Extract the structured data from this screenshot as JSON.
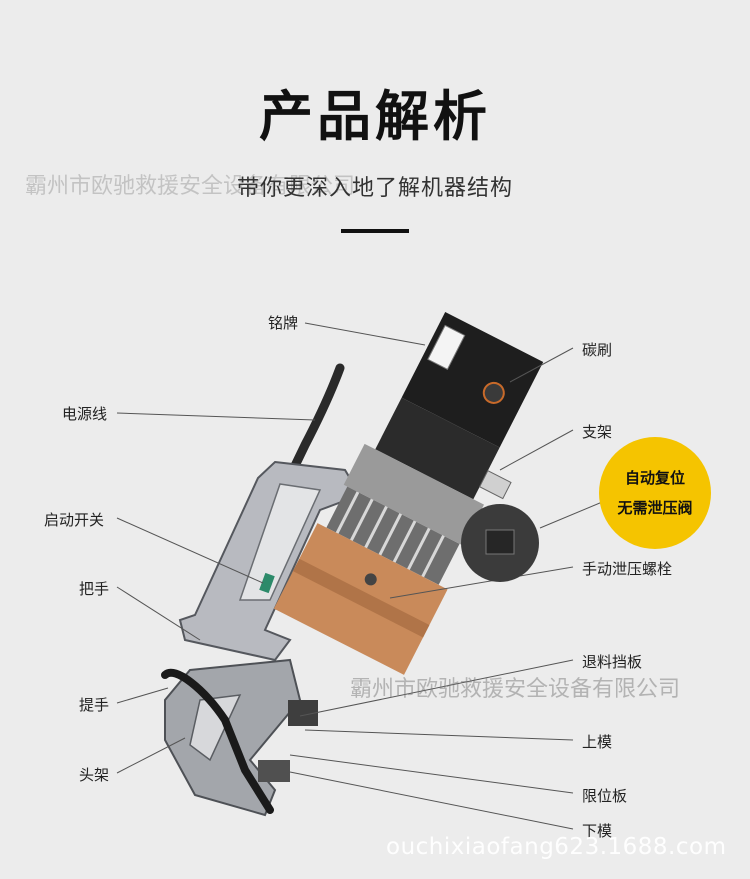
{
  "heading": {
    "title": "产品解析",
    "subtitle": "带你更深入地了解机器结构"
  },
  "watermarks": {
    "company_top": "霸州市欧驰救援安全设备有限公司",
    "company_mid": "霸州市欧驰救援安全设备有限公司",
    "url": "ouchixiaofang623.1688.com"
  },
  "labels": {
    "nameplate": "铭牌",
    "power_cord": "电源线",
    "start_switch": "启动开关",
    "handle": "把手",
    "carry_handle": "提手",
    "head_frame": "头架",
    "carbon_brush": "碳刷",
    "bracket": "支架",
    "manual_release_bolt": "手动泄压螺栓",
    "stripper_plate": "退料挡板",
    "upper_die": "上模",
    "limit_plate": "限位板",
    "lower_die": "下模"
  },
  "badge": {
    "line1": "自动复位",
    "line2": "无需泄压阀"
  },
  "colors": {
    "background": "#ececec",
    "badge": "#f5c400",
    "motor_black": "#1e1e1e",
    "gear_grey": "#8a8a8a",
    "cylinder_copper": "#c98a5a",
    "frame_silver": "#c4c6ca"
  }
}
